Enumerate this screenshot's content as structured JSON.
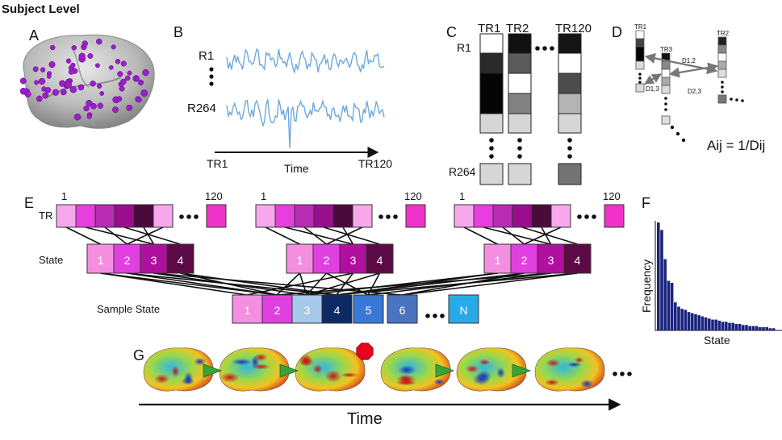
{
  "header": {
    "title": "Subject Level"
  },
  "panels": {
    "a": {
      "label": "A"
    },
    "b": {
      "label": "B",
      "region_top": "R1",
      "region_bottom": "R264",
      "time_start": "TR1",
      "time_label": "Time",
      "time_end": "TR120"
    },
    "c": {
      "label": "C",
      "col1": "TR1",
      "col2": "TR2",
      "col3": "TR120",
      "row_top": "R1",
      "row_bottom": "R264"
    },
    "d": {
      "label": "D",
      "node1": "TR1",
      "node2": "TR3",
      "node3": "TR2",
      "edge12": "D1,2",
      "edge13": "D1,3",
      "edge23": "D2,3",
      "formula": "Aij = 1/Dij"
    },
    "e": {
      "label": "E",
      "tr_label": "TR",
      "tr_first": "1",
      "tr_last": "120",
      "state_label": "State",
      "states": [
        "1",
        "2",
        "3",
        "4"
      ],
      "sample_label": "Sample State",
      "samples": [
        "1",
        "2",
        "3",
        "4",
        "5",
        "6",
        "N"
      ]
    },
    "f": {
      "label": "F",
      "ylabel": "Frequency",
      "xlabel": "State"
    },
    "g": {
      "label": "G",
      "time_label": "Time"
    }
  },
  "colors": {
    "signal": "#6fa8dc",
    "nodes": "#9b1fc8",
    "go_arrow": "#3aa23a",
    "stop_sign": "#e8001c",
    "freq_bars": "#1a237e",
    "states": [
      "#f48fe0",
      "#e040e0",
      "#b0109e",
      "#5c0a45"
    ],
    "samples": [
      "#f48fe0",
      "#e040e0",
      "#a8c8ea",
      "#0d2a66",
      "#3a78d8",
      "#4a73c0",
      "#29aae8"
    ]
  },
  "chart_data": {
    "type": "bar",
    "xlabel": "State",
    "ylabel": "Frequency",
    "values": [
      1.0,
      0.93,
      0.66,
      0.46,
      0.44,
      0.26,
      0.22,
      0.2,
      0.19,
      0.17,
      0.16,
      0.15,
      0.14,
      0.13,
      0.12,
      0.11,
      0.1,
      0.1,
      0.09,
      0.08,
      0.08,
      0.07,
      0.07,
      0.06,
      0.06,
      0.05,
      0.05,
      0.04,
      0.04,
      0.04,
      0.03,
      0.03,
      0.03,
      0.02,
      0.02
    ]
  }
}
